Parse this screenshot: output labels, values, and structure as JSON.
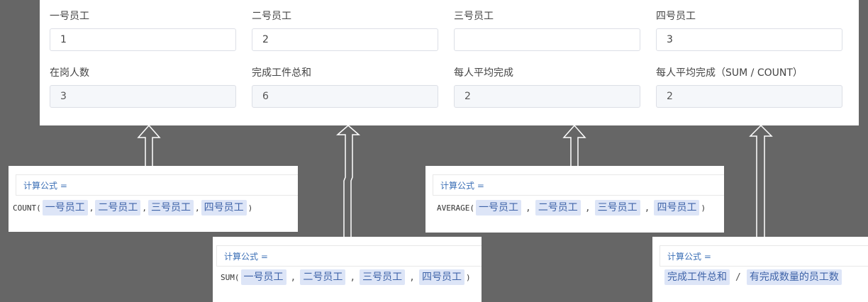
{
  "form": {
    "fields": [
      {
        "label": "一号员工",
        "value": "1",
        "readonly": false
      },
      {
        "label": "二号员工",
        "value": "2",
        "readonly": false
      },
      {
        "label": "三号员工",
        "value": "",
        "readonly": false
      },
      {
        "label": "四号员工",
        "value": "3",
        "readonly": false
      },
      {
        "label": "在岗人数",
        "value": "3",
        "readonly": true
      },
      {
        "label": "完成工件总和",
        "value": "6",
        "readonly": true
      },
      {
        "label": "每人平均完成",
        "value": "2",
        "readonly": true
      },
      {
        "label": "每人平均完成（SUM / COUNT）",
        "value": "2",
        "readonly": true
      }
    ]
  },
  "formulas": [
    {
      "title": "计算公式 =",
      "func": "COUNT",
      "open": "(",
      "close": ")",
      "separator": ",",
      "args": [
        "一号员工",
        "二号员工",
        "三号员工",
        "四号员工"
      ]
    },
    {
      "title": "计算公式 =",
      "func": "SUM",
      "open": "(",
      "close": ")",
      "separator": ",",
      "args": [
        "一号员工",
        "二号员工",
        "三号员工",
        "四号员工"
      ]
    },
    {
      "title": "计算公式 =",
      "func": "AVERAGE",
      "open": "(",
      "close": ")",
      "separator": ",",
      "args": [
        "一号员工",
        "二号员工",
        "三号员工",
        "四号员工"
      ]
    },
    {
      "title": "计算公式 =",
      "func": "",
      "open": "",
      "close": "",
      "separator": "/",
      "args": [
        "完成工件总和",
        "有完成数量的员工数"
      ]
    }
  ]
}
